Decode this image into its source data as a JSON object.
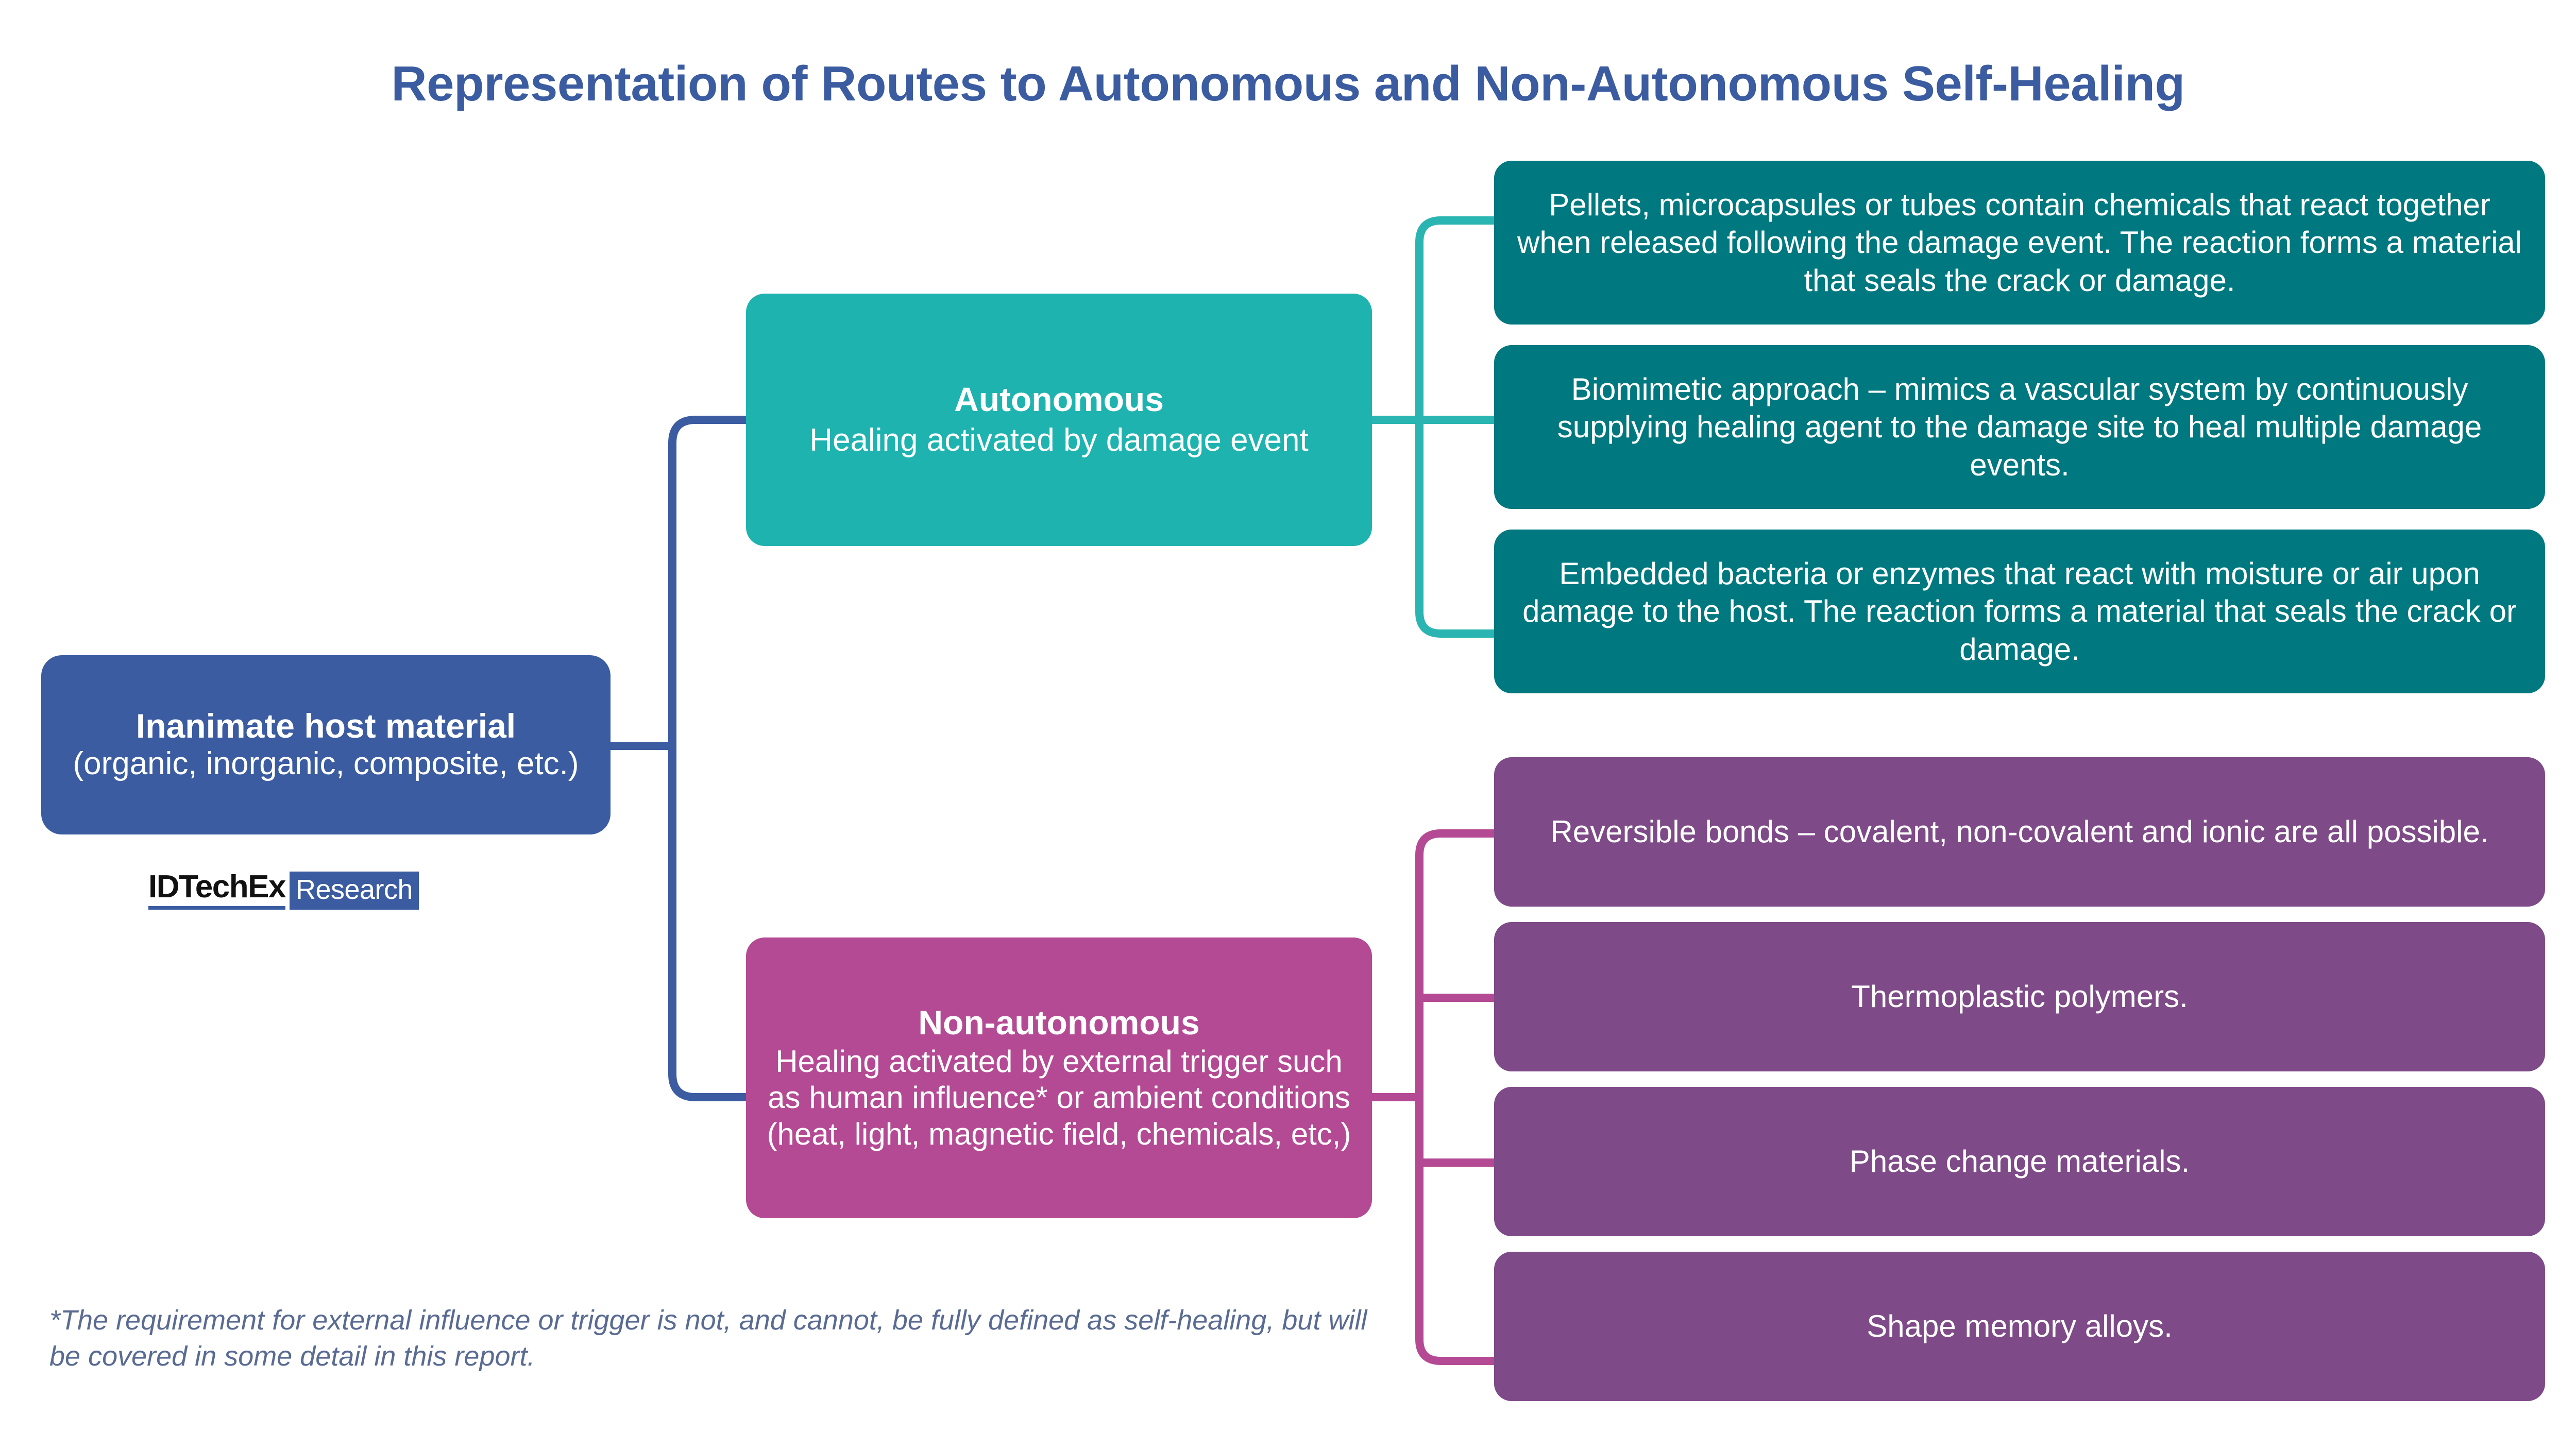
{
  "title": "Representation of Routes to Autonomous and Non-Autonomous Self-Healing",
  "colors": {
    "title_blue": "#3B5CA0",
    "root_blue": "#3B5CA0",
    "autonomous_teal": "#1FB3B0",
    "autonomous_leaf_teal": "#00787F",
    "nonautonomous_pink": "#B54A94",
    "nonautonomous_leaf_purple": "#7E4A87",
    "footnote_blue_grey": "#5A6B93",
    "background": "#FFFFFF"
  },
  "root": {
    "title": "Inanimate host material",
    "subtitle": "(organic, inorganic, composite, etc.)"
  },
  "branches": [
    {
      "id": "autonomous",
      "title": "Autonomous",
      "subtitle": "Healing activated by damage event",
      "leaves": [
        "Pellets, microcapsules or tubes contain chemicals that react together when released following the damage event. The reaction forms a material that seals the crack or damage.",
        "Biomimetic approach – mimics a vascular system by continuously supplying healing agent to the damage site to heal multiple damage events.",
        "Embedded bacteria or enzymes that react with moisture or air upon damage to the host. The reaction forms a material that seals the crack or damage."
      ]
    },
    {
      "id": "non-autonomous",
      "title": "Non-autonomous",
      "subtitle": "Healing activated by external trigger such as human influence* or ambient conditions (heat, light, magnetic field, chemicals, etc,)",
      "leaves": [
        "Reversible bonds – covalent, non-covalent and ionic are all possible.",
        "Thermoplastic polymers.",
        "Phase change materials.",
        "Shape memory alloys."
      ]
    }
  ],
  "logo": {
    "word": "IDTechEx",
    "badge": "Research"
  },
  "footnote": "*The requirement for external influence or trigger is not, and cannot, be fully defined as self-healing, but will be covered in some detail in this report."
}
